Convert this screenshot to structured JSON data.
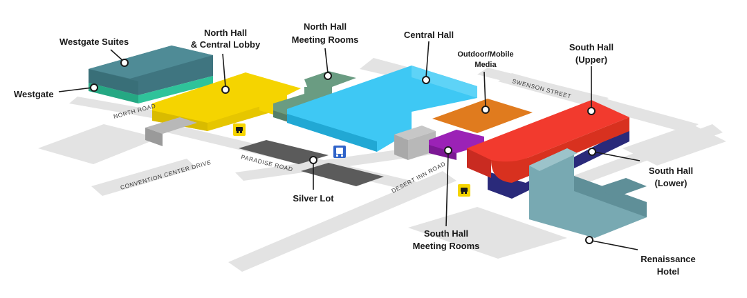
{
  "map": {
    "buildings": {
      "westgate_suites": "Westgate Suites",
      "westgate": "Westgate",
      "north_hall_line1": "North Hall",
      "north_hall_line2": "& Central Lobby",
      "north_hall_meeting_line1": "North Hall",
      "north_hall_meeting_line2": "Meeting Rooms",
      "central_hall": "Central Hall",
      "outdoor_line1": "Outdoor/Mobile",
      "outdoor_line2": "Media",
      "south_upper_line1": "South Hall",
      "south_upper_line2": "(Upper)",
      "south_lower_line1": "South Hall",
      "south_lower_line2": "(Lower)",
      "silver_lot": "Silver Lot",
      "south_meeting_line1": "South Hall",
      "south_meeting_line2": "Meeting Rooms",
      "renaissance_line1": "Renaissance",
      "renaissance_line2": "Hotel"
    },
    "roads": {
      "north_road": "NORTH ROAD",
      "swenson": "SWENSON  STREET",
      "convention_center": "CONVENTION CENTER DRIVE",
      "paradise": "PARADISE ROAD",
      "desert_inn": "DESERT INN ROAD"
    },
    "icons": [
      "taxi-icon",
      "bus-icon"
    ],
    "colors": {
      "north_hall": "#f5d400",
      "central_hall": "#3ec8f4",
      "north_meeting": "#6a9c82",
      "westgate_suites": "#3f7580",
      "westgate": "#2fc39a",
      "outdoor_media": "#e07b1e",
      "south_upper": "#f23a2e",
      "south_lower": "#2a2a7a",
      "south_meeting": "#9b22b6",
      "renaissance": "#78a9b2",
      "silver_lot": "#5b5b5b",
      "road": "#e3e3e3"
    }
  }
}
